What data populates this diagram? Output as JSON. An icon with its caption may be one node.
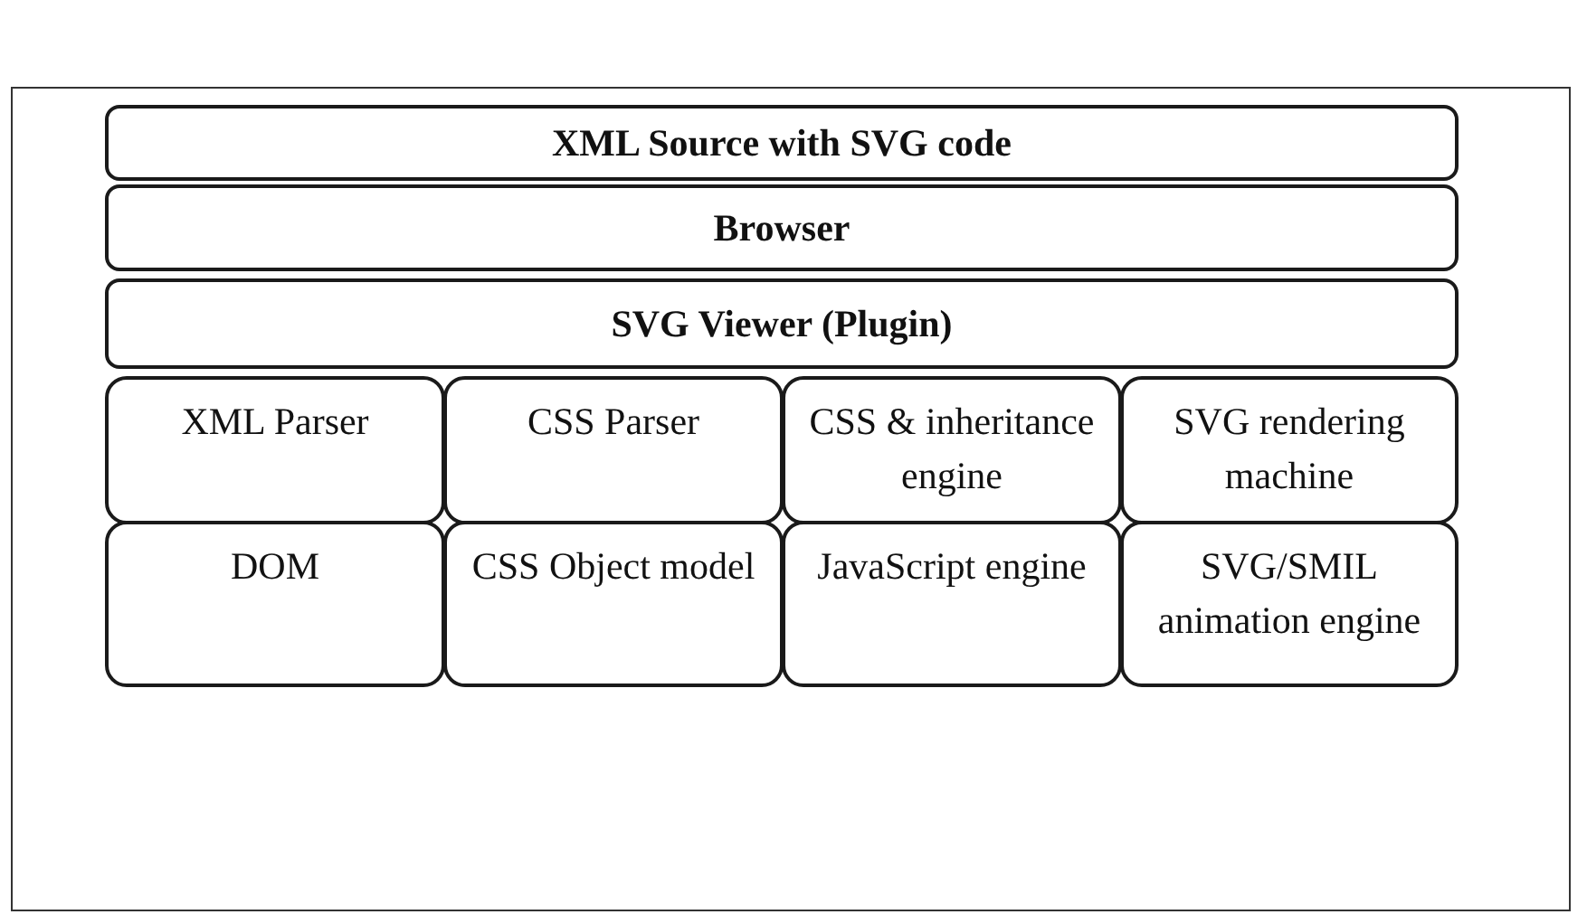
{
  "diagram": {
    "nodes": [
      {
        "text": [
          "XML Source with SVG code"
        ]
      },
      {
        "text": [
          "Browser"
        ]
      },
      {
        "text": [
          "SVG Viewer (Plugin)"
        ]
      },
      {
        "text": [
          "XML Parser"
        ]
      },
      {
        "text": [
          "CSS Parser"
        ]
      },
      {
        "text": [
          "CSS & inheritance engine"
        ]
      },
      {
        "text": [
          "SVG rendering machine"
        ]
      },
      {
        "text": [
          "DOM"
        ]
      },
      {
        "text": [
          "CSS Object model"
        ]
      },
      {
        "text": [
          "JavaScript engine"
        ]
      },
      {
        "text": [
          "SVG/SMIL animation engine"
        ]
      }
    ]
  }
}
